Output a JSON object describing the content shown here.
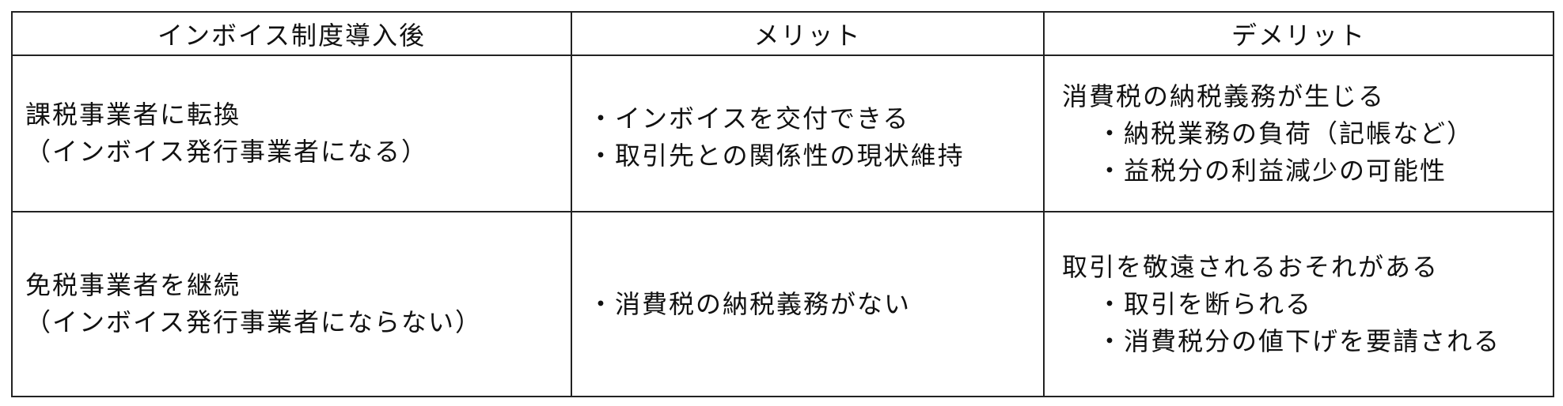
{
  "header": {
    "col1": "インボイス制度導入後",
    "col2": "メリット",
    "col3": "デメリット"
  },
  "rows": [
    {
      "option": [
        "課税事業者に転換",
        "（インボイス発行事業者になる）"
      ],
      "merits": [
        "・インボイスを交付できる",
        "・取引先との関係性の現状維持"
      ],
      "demerit_lead": "消費税の納税義務が生じる",
      "demerit_items": [
        "・納税業務の負荷（記帳など）",
        "・益税分の利益減少の可能性"
      ]
    },
    {
      "option": [
        "免税事業者を継続",
        "（インボイス発行事業者にならない）"
      ],
      "merits": [
        "・消費税の納税義務がない"
      ],
      "demerit_lead": "取引を敬遠されるおそれがある",
      "demerit_items": [
        "・取引を断られる",
        "・消費税分の値下げを要請される"
      ]
    }
  ]
}
